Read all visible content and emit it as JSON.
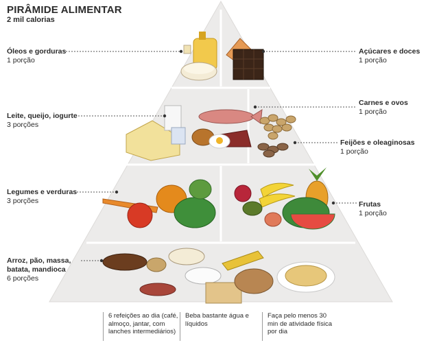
{
  "header": {
    "title": "PIRÂMIDE ALIMENTAR",
    "subtitle": "2 mil calorias"
  },
  "groups": {
    "oils": {
      "name": "Óleos e gorduras",
      "servings": "1 porção"
    },
    "sugars": {
      "name": "Açúcares e doces",
      "servings": "1 porção"
    },
    "dairy": {
      "name": "Leite, queijo, iogurte",
      "servings": "3 porções"
    },
    "meat": {
      "name": "Carnes e ovos",
      "servings": "1 porção"
    },
    "beans": {
      "name": "Feijões e oleaginosas",
      "servings": "1 porção"
    },
    "vegetables": {
      "name": "Legumes e verduras",
      "servings": "3 porções"
    },
    "fruits": {
      "name": "Frutas",
      "servings": "1 porção"
    },
    "grains": {
      "name_line1": "Arroz, pão, massa,",
      "name_line2": "batata, mandioca",
      "servings": "6 porções"
    }
  },
  "footer": {
    "tip1": "6 refeições ao dia (café, almoço, jantar, com lanches intermediários)",
    "tip2": "Beba bastante água e líquidos",
    "tip3": "Faça pelo menos 30 min de atividade física por dia"
  },
  "colors": {
    "pyramid_fill": "#ecebea",
    "pyramid_edge": "#d4d2d0",
    "leader": "#555555"
  }
}
